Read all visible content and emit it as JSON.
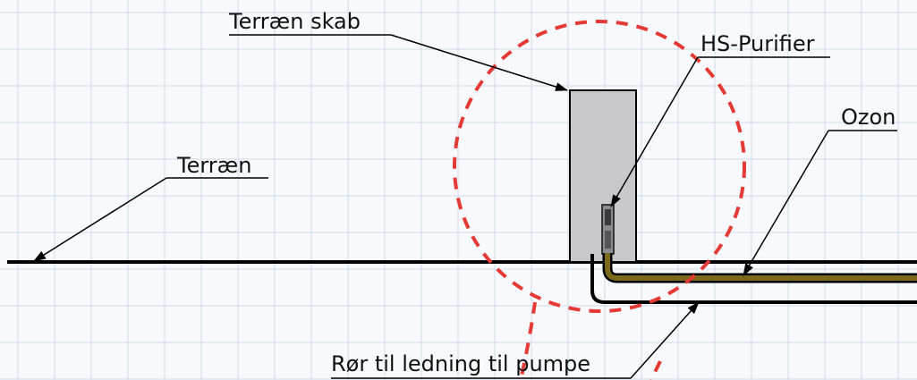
{
  "labels": {
    "terraen_skab": "Terræn skab",
    "hs_purifier": "HS-Purifier",
    "ozon": "Ozon",
    "terraen": "Terræn",
    "ror": "Rør til ledning til pumpe"
  },
  "colors": {
    "background": "#f7f9fc",
    "grid": "#cfdbe9",
    "line": "#000000",
    "cabinet_fill": "#c8c8cc",
    "ozone_pipe": "#7b6a1c",
    "highlight_circle": "#e53935"
  },
  "icons": {
    "leader_arrow": "arrowhead"
  }
}
